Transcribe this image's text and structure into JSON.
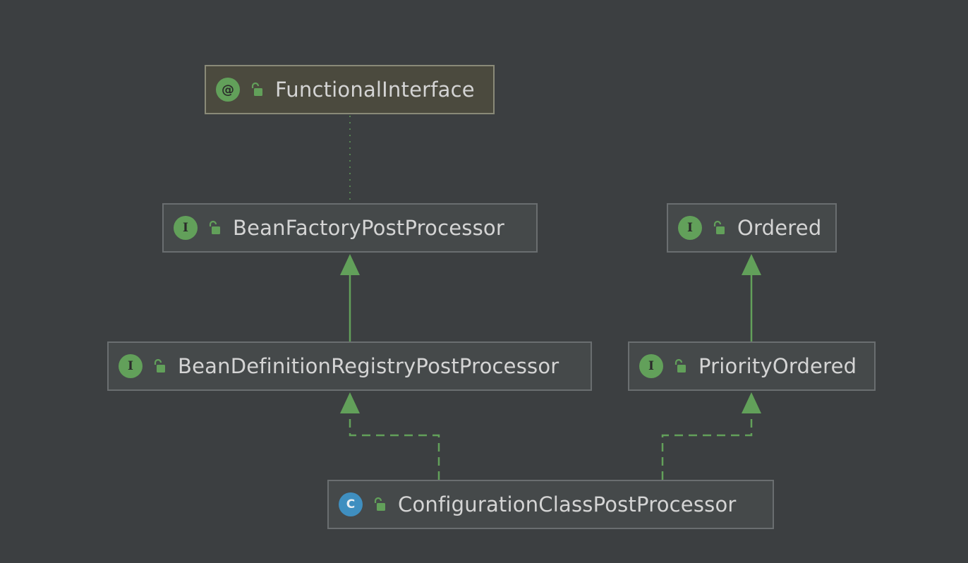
{
  "colors": {
    "background": "#3c3f41",
    "interface_badge": "#62a05a",
    "class_badge": "#3f8fc0",
    "edge": "#62a05a"
  },
  "nodes": {
    "functional_interface": {
      "label": "FunctionalInterface",
      "badge": "@",
      "kind": "annotation"
    },
    "bean_factory_post_processor": {
      "label": "BeanFactoryPostProcessor",
      "badge": "I",
      "kind": "interface"
    },
    "ordered": {
      "label": "Ordered",
      "badge": "I",
      "kind": "interface"
    },
    "bean_definition_registry_post_processor": {
      "label": "BeanDefinitionRegistryPostProcessor",
      "badge": "I",
      "kind": "interface"
    },
    "priority_ordered": {
      "label": "PriorityOrdered",
      "badge": "I",
      "kind": "interface"
    },
    "configuration_class_post_processor": {
      "label": "ConfigurationClassPostProcessor",
      "badge": "C",
      "kind": "class"
    }
  },
  "edges": [
    {
      "from": "bean_factory_post_processor",
      "to": "functional_interface",
      "style": "dotted"
    },
    {
      "from": "bean_definition_registry_post_processor",
      "to": "bean_factory_post_processor",
      "style": "extends"
    },
    {
      "from": "priority_ordered",
      "to": "ordered",
      "style": "extends"
    },
    {
      "from": "configuration_class_post_processor",
      "to": "bean_definition_registry_post_processor",
      "style": "implements"
    },
    {
      "from": "configuration_class_post_processor",
      "to": "priority_ordered",
      "style": "implements"
    }
  ]
}
